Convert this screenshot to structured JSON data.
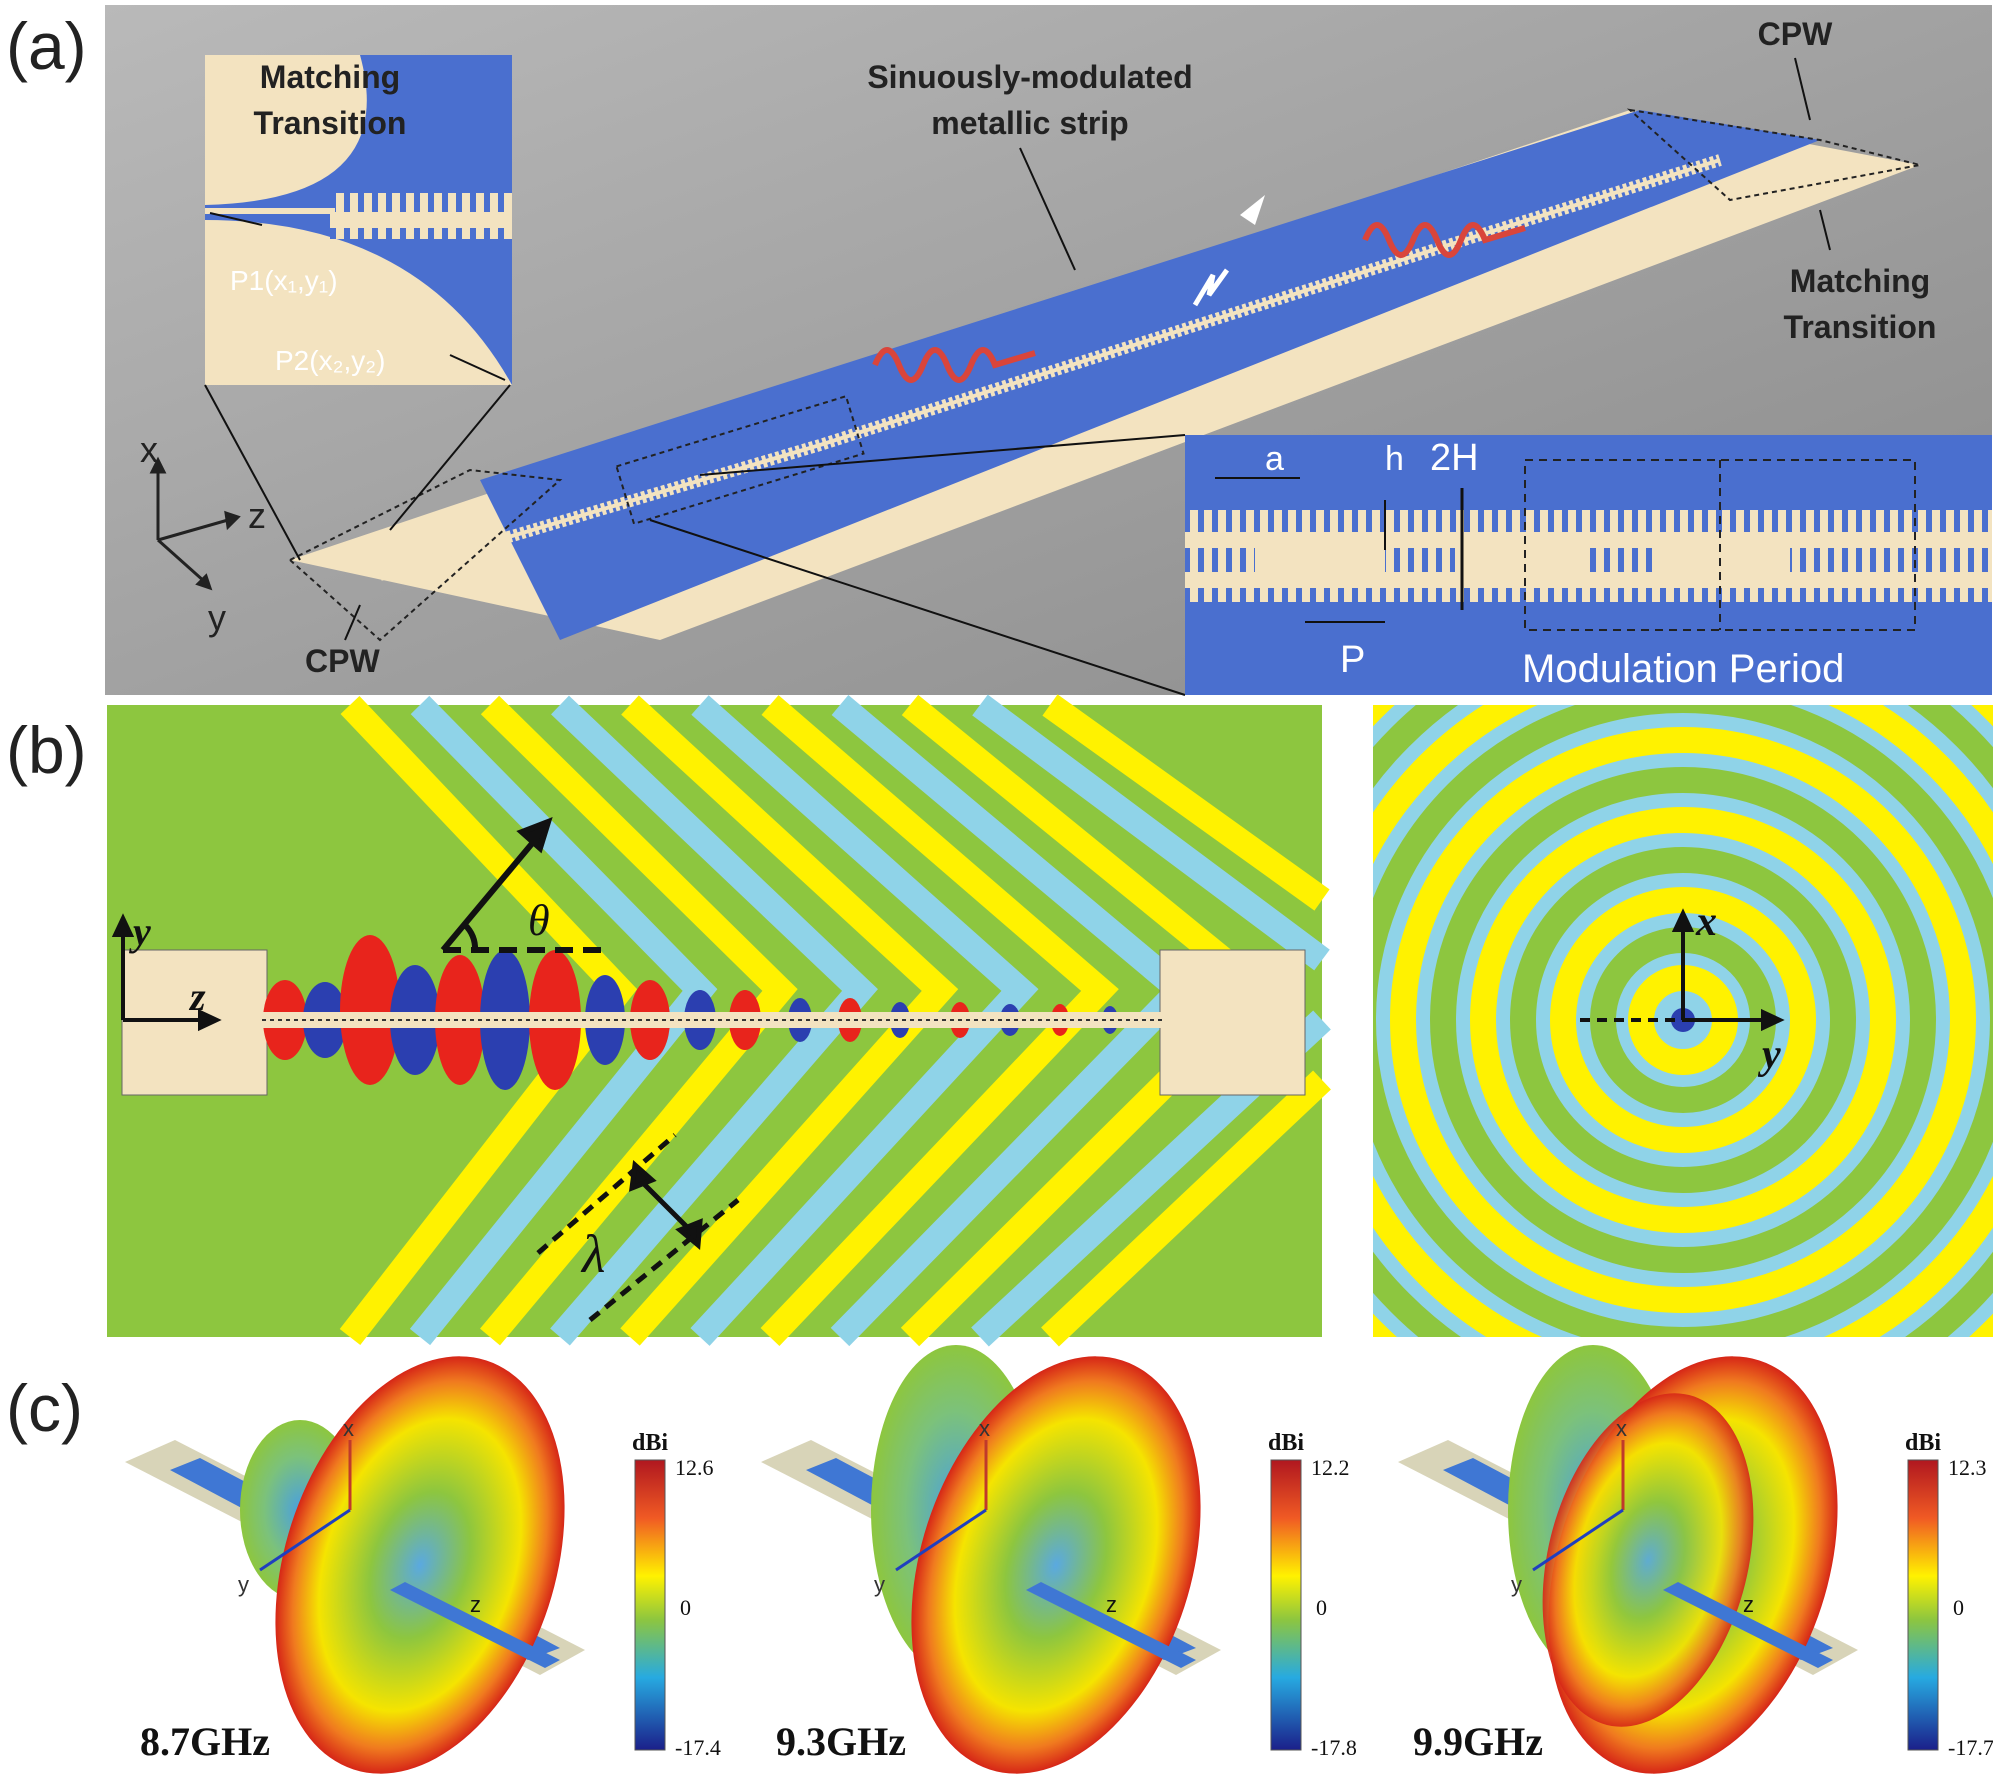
{
  "panels": {
    "a": "(a)",
    "b": "(b)",
    "c": "(c)"
  },
  "panel_a": {
    "inset_title_line1": "Matching",
    "inset_title_line2": "Transition",
    "p1_label": "P1(x₁,y₁)",
    "p2_label": "P2(x₂,y₂)",
    "strip_label_line1": "Sinuously-modulated",
    "strip_label_line2": "metallic strip",
    "cpw_left": "CPW",
    "cpw_right": "CPW",
    "right_transition_line1": "Matching",
    "right_transition_line2": "Transition",
    "axis_x": "x",
    "axis_y": "y",
    "axis_z": "z",
    "detail_a": "a",
    "detail_h": "h",
    "detail_2H": "2H",
    "detail_P": "P",
    "detail_period": "Modulation Period"
  },
  "panel_b": {
    "axis_y": "y",
    "axis_z": "z",
    "theta": "θ",
    "lambda": "λ",
    "axis_x_right": "x",
    "axis_y_right": "y"
  },
  "panel_c": {
    "unit": "dBi",
    "plots": [
      {
        "freq": "8.7GHz",
        "max": "12.6",
        "mid": "0",
        "min": "-17.4"
      },
      {
        "freq": "9.3GHz",
        "max": "12.2",
        "mid": "0",
        "min": "-17.8"
      },
      {
        "freq": "9.9GHz",
        "max": "12.3",
        "mid": "0",
        "min": "-17.7"
      }
    ],
    "axis_x": "x",
    "axis_y": "y",
    "axis_z": "z"
  },
  "colors": {
    "substrate_blue": "#4a6fcf",
    "metal_beige": "#f3e3c0",
    "field_green": "#8dc63f",
    "field_yellow": "#fff200",
    "field_cyan": "#8fd3e8",
    "field_red": "#e8241c",
    "field_blue": "#2b3fb0"
  }
}
